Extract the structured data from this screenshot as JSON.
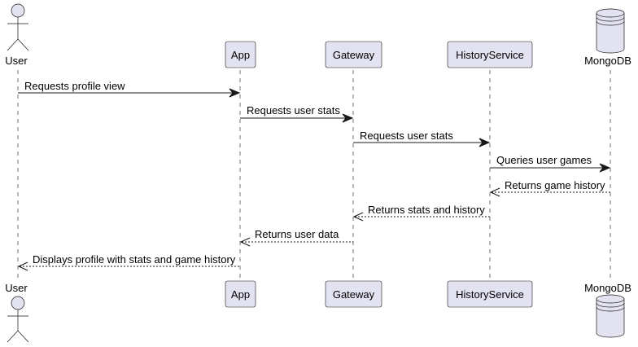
{
  "participants": {
    "user": {
      "label": "User",
      "kind": "actor"
    },
    "app": {
      "label": "App",
      "kind": "participant"
    },
    "gateway": {
      "label": "Gateway",
      "kind": "participant"
    },
    "history": {
      "label": "HistoryService",
      "kind": "participant"
    },
    "mongo": {
      "label": "MongoDB",
      "kind": "database"
    }
  },
  "messages": [
    {
      "from": "user",
      "to": "app",
      "label": "Requests profile view",
      "style": "solid"
    },
    {
      "from": "app",
      "to": "gateway",
      "label": "Requests user stats",
      "style": "solid"
    },
    {
      "from": "gateway",
      "to": "history",
      "label": "Requests user stats",
      "style": "solid"
    },
    {
      "from": "history",
      "to": "mongo",
      "label": "Queries user games",
      "style": "solid"
    },
    {
      "from": "mongo",
      "to": "history",
      "label": "Returns game history",
      "style": "dashed"
    },
    {
      "from": "history",
      "to": "gateway",
      "label": "Returns stats and history",
      "style": "dashed"
    },
    {
      "from": "gateway",
      "to": "app",
      "label": "Returns user data",
      "style": "dashed"
    },
    {
      "from": "app",
      "to": "user",
      "label": "Displays profile with stats and game history",
      "style": "dashed"
    }
  ],
  "colors": {
    "participant_fill": "#E2E2F0",
    "line": "#181818",
    "background": "#FFFFFF"
  }
}
